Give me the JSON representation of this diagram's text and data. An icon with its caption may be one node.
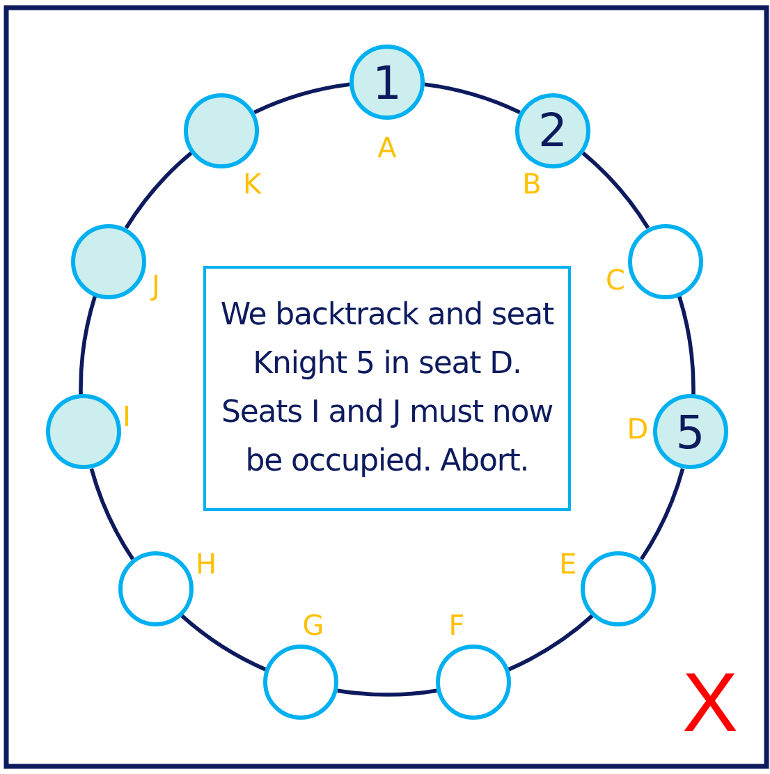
{
  "diagram": {
    "nodes": [
      {
        "text": [
          "1"
        ],
        "beside": [
          "A"
        ]
      },
      {
        "text": [
          "2"
        ],
        "beside": [
          "B"
        ]
      },
      {
        "text": [],
        "shape": "circle",
        "beside": [
          "C"
        ]
      },
      {
        "text": [
          "5"
        ],
        "beside": [
          "D"
        ]
      },
      {
        "text": [],
        "shape": "circle",
        "beside": [
          "E"
        ]
      },
      {
        "text": [],
        "shape": "circle",
        "beside": [
          "F"
        ]
      },
      {
        "text": [],
        "shape": "circle",
        "beside": [
          "G"
        ]
      },
      {
        "text": [],
        "shape": "circle",
        "beside": [
          "H"
        ]
      },
      {
        "text": [],
        "shape": "circle",
        "beside": [
          "I"
        ]
      },
      {
        "text": [],
        "shape": "circle",
        "beside": [
          "J"
        ]
      },
      {
        "text": [],
        "shape": "circle",
        "beside": [
          "K"
        ]
      },
      {
        "text": [
          "We backtrack and seat Knight 5 in seat D. Seats I and J must now be occupied. Abort."
        ]
      }
    ],
    "edges": [
      {
        "from": 0,
        "to": 1,
        "arrow": "none"
      },
      {
        "from": 1,
        "to": 2,
        "arrow": "none"
      },
      {
        "from": 2,
        "to": 3,
        "arrow": "none"
      },
      {
        "from": 3,
        "to": 4,
        "arrow": "none"
      },
      {
        "from": 4,
        "to": 5,
        "arrow": "none"
      },
      {
        "from": 5,
        "to": 6,
        "arrow": "none"
      },
      {
        "from": 6,
        "to": 7,
        "arrow": "none"
      },
      {
        "from": 7,
        "to": 8,
        "arrow": "none"
      },
      {
        "from": 8,
        "to": 9,
        "arrow": "none"
      },
      {
        "from": 9,
        "to": 10,
        "arrow": "none"
      },
      {
        "from": 10,
        "to": 0,
        "arrow": "none"
      }
    ],
    "labels": [
      "X"
    ]
  }
}
